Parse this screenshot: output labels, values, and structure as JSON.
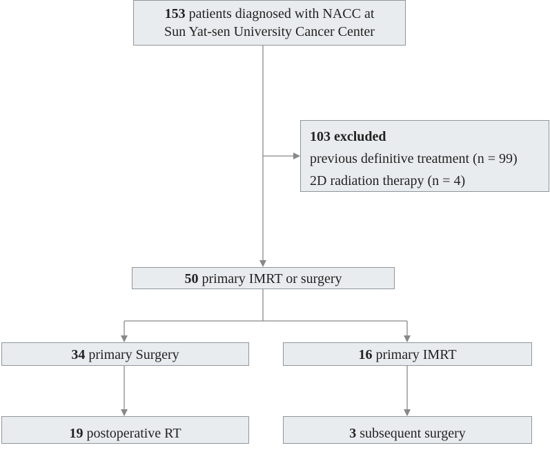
{
  "start": {
    "count": "153",
    "line1_rest": " patients diagnosed with NACC at",
    "line2": "Sun Yat-sen University Cancer Center"
  },
  "excluded": {
    "heading": "103 excluded",
    "reasons": [
      "previous definitive treatment (n = 99)",
      "2D radiation therapy (n = 4)"
    ]
  },
  "primary": {
    "count": "50",
    "label": " primary IMRT or surgery"
  },
  "left_branch": {
    "count": "34",
    "label": " primary Surgery"
  },
  "right_branch": {
    "count": "16",
    "label": " primary IMRT"
  },
  "left_outcome": {
    "count": "19",
    "label": " postoperative RT"
  },
  "right_outcome": {
    "count": "3",
    "label": " subsequent surgery"
  },
  "colors": {
    "box_fill": "#e9ecee",
    "box_border": "#8f959b",
    "connector": "#888888",
    "text": "#222222"
  }
}
